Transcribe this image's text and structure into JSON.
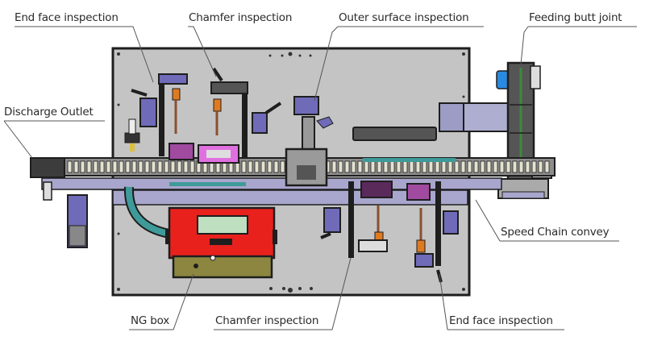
{
  "diagram": {
    "title": "Automatic inspection machine layout",
    "callouts": {
      "end_face_top": "End face inspection",
      "chamfer_top": "Chamfer inspection",
      "outer_surface": "Outer surface inspection",
      "feeding_butt_joint": "Feeding butt joint",
      "discharge_outlet": "Discharge Outlet",
      "speed_chain": "Speed Chain convey",
      "ng_box": "NG box",
      "chamfer_bottom": "Chamfer inspection",
      "end_face_bottom": "End face inspection"
    },
    "colors": {
      "plate": "#c4c4c4",
      "frame": "#1e1e1e",
      "cylinder": "#7a74c9",
      "rail": "#a8a6cc",
      "ng_box_red": "#e8211d",
      "ng_box_olive": "#8c8640",
      "magenta": "#c060c0",
      "orange": "#e07a20",
      "teal": "#3f9a9a",
      "green_belt": "#3c8a3c",
      "blue_motor": "#2a8ae0"
    }
  }
}
